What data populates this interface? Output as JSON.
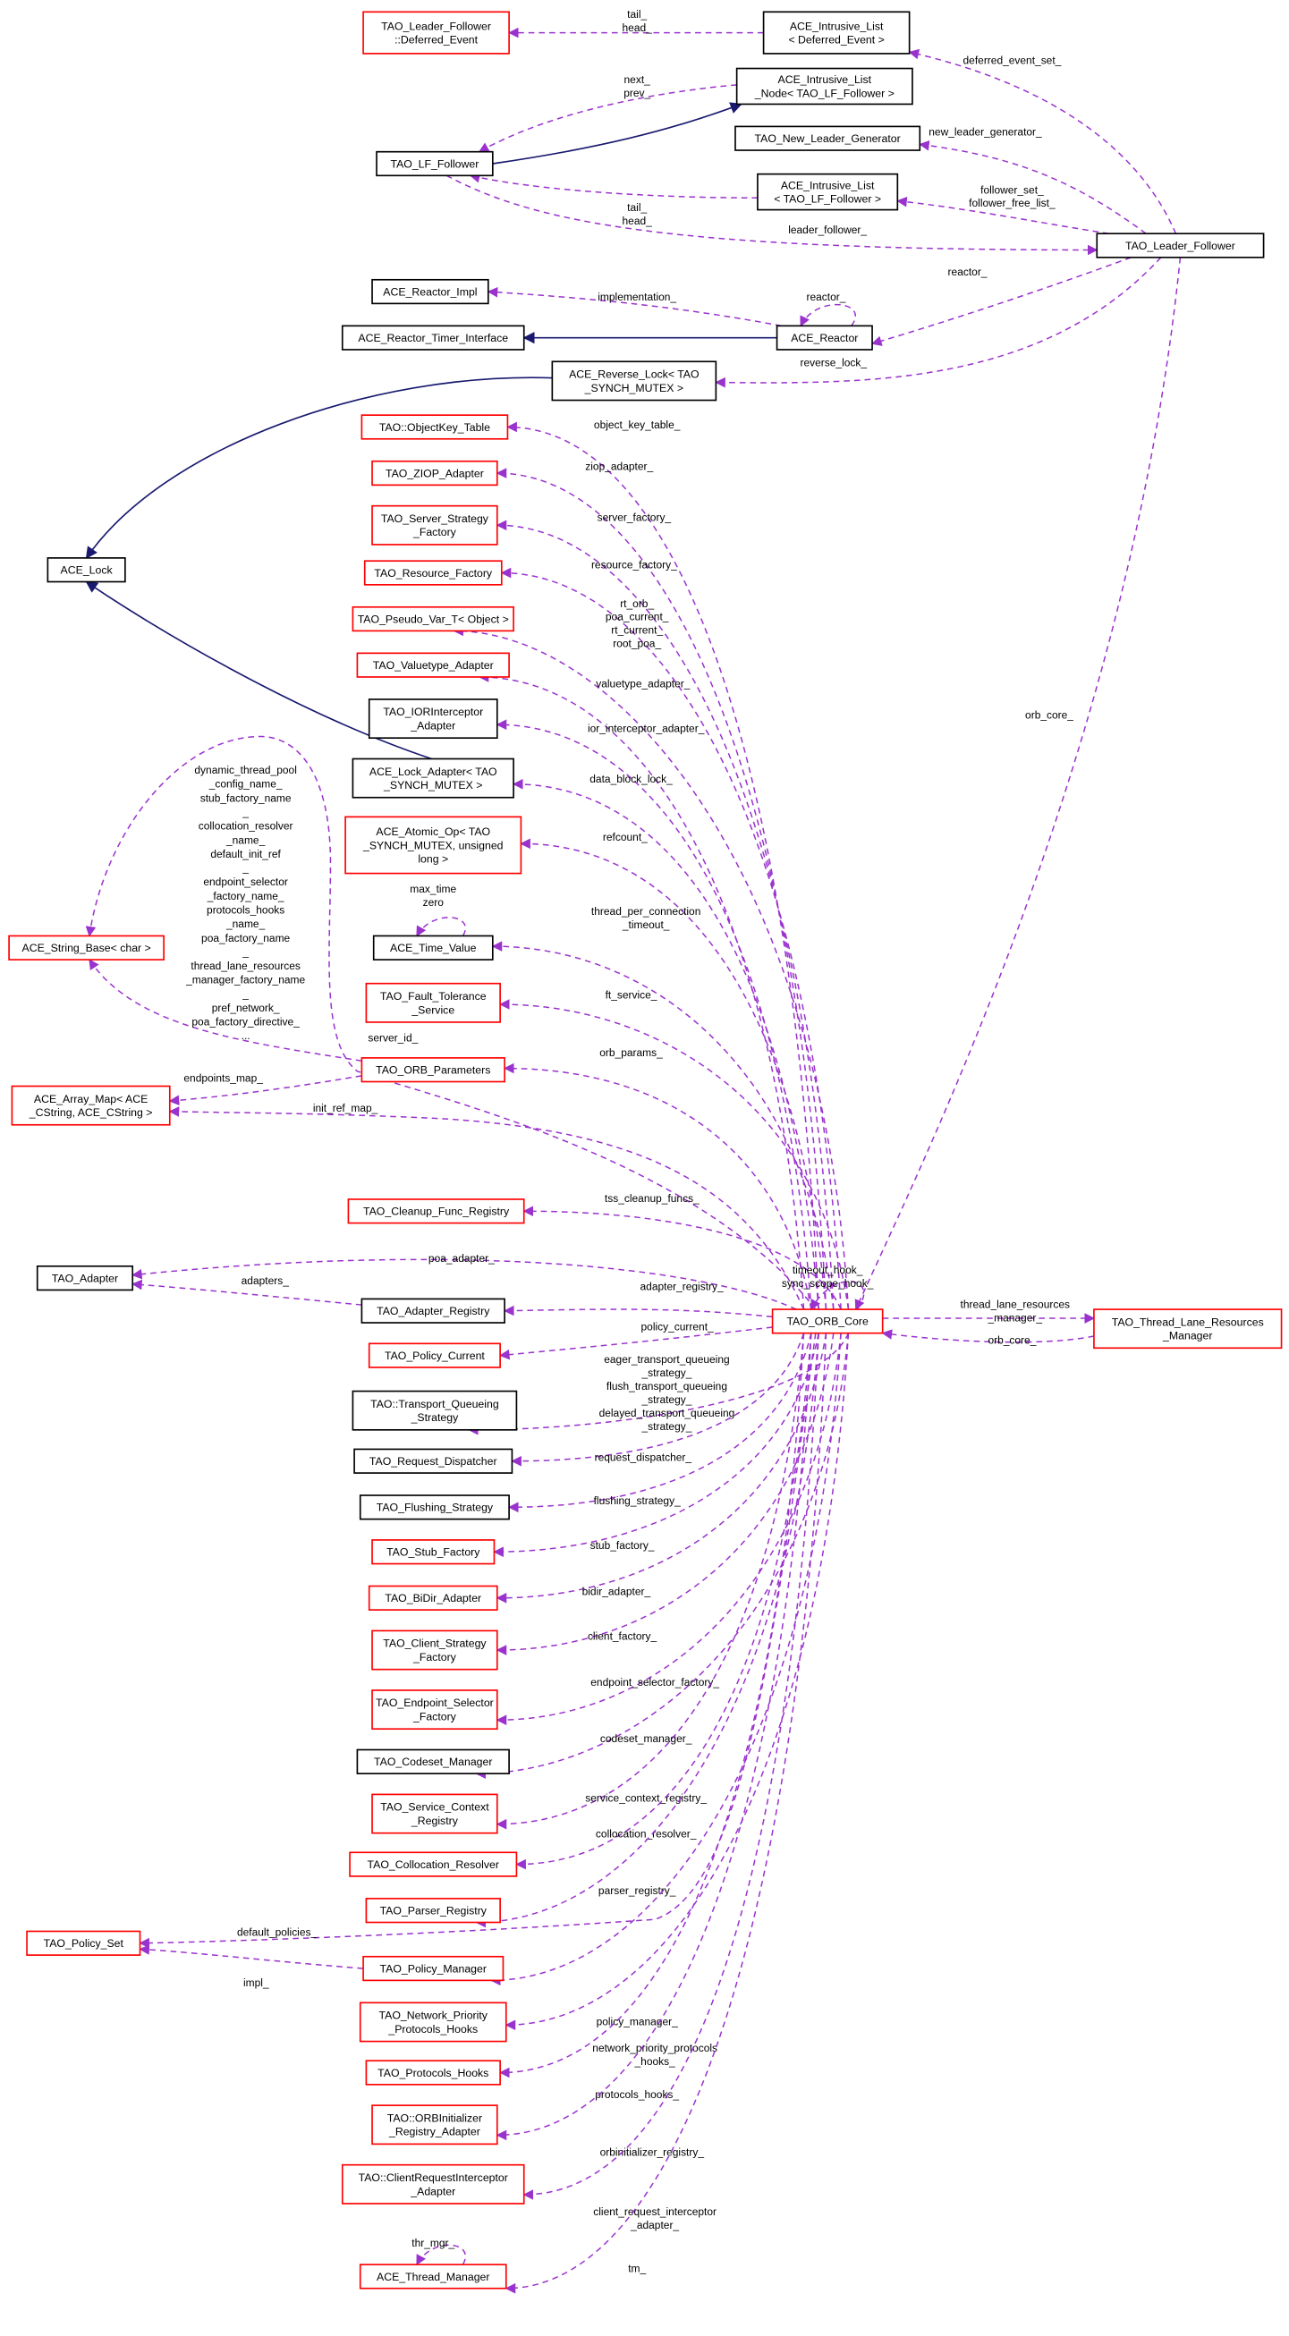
{
  "diagram": {
    "colors": {
      "usage_edge": "#9a32cd",
      "inheritance_edge": "#191970",
      "incomplete_border": "#ff0000",
      "documented_border": "#000000",
      "focus_fill": "#bfbfbf"
    },
    "nodes": [
      {
        "id": "deferred_event",
        "lines": [
          "TAO_Leader_Follower",
          "::Deferred_Event"
        ],
        "border": "red"
      },
      {
        "id": "dl_list",
        "lines": [
          "ACE_Intrusive_List",
          "< Deferred_Event >"
        ],
        "border": "black"
      },
      {
        "id": "list_node",
        "lines": [
          "ACE_Intrusive_List",
          "_Node< TAO_LF_Follower >"
        ],
        "border": "black"
      },
      {
        "id": "lf_follower",
        "lines": [
          "TAO_LF_Follower"
        ],
        "border": "focus"
      },
      {
        "id": "nlg",
        "lines": [
          "TAO_New_Leader_Generator"
        ],
        "border": "black"
      },
      {
        "id": "lf_list",
        "lines": [
          "ACE_Intrusive_List",
          "< TAO_LF_Follower >"
        ],
        "border": "black"
      },
      {
        "id": "leader_follower",
        "lines": [
          "TAO_Leader_Follower"
        ],
        "border": "black"
      },
      {
        "id": "reactor_impl",
        "lines": [
          "ACE_Reactor_Impl"
        ],
        "border": "black"
      },
      {
        "id": "timer_iface",
        "lines": [
          "ACE_Reactor_Timer_Interface"
        ],
        "border": "black"
      },
      {
        "id": "reactor",
        "lines": [
          "ACE_Reactor"
        ],
        "border": "black"
      },
      {
        "id": "reverse_lock",
        "lines": [
          "ACE_Reverse_Lock< TAO",
          "_SYNCH_MUTEX >"
        ],
        "border": "black"
      },
      {
        "id": "objectkey",
        "lines": [
          "TAO::ObjectKey_Table"
        ],
        "border": "red"
      },
      {
        "id": "ziop",
        "lines": [
          "TAO_ZIOP_Adapter"
        ],
        "border": "red"
      },
      {
        "id": "server_strategy",
        "lines": [
          "TAO_Server_Strategy",
          "_Factory"
        ],
        "border": "red"
      },
      {
        "id": "ace_lock",
        "lines": [
          "ACE_Lock"
        ],
        "border": "black"
      },
      {
        "id": "resource_factory",
        "lines": [
          "TAO_Resource_Factory"
        ],
        "border": "red"
      },
      {
        "id": "pseudo_var",
        "lines": [
          "TAO_Pseudo_Var_T< Object >"
        ],
        "border": "red"
      },
      {
        "id": "valuetype",
        "lines": [
          "TAO_Valuetype_Adapter"
        ],
        "border": "red"
      },
      {
        "id": "iorinterceptor",
        "lines": [
          "TAO_IORInterceptor",
          "_Adapter"
        ],
        "border": "black"
      },
      {
        "id": "lock_adapter",
        "lines": [
          "ACE_Lock_Adapter< TAO",
          "_SYNCH_MUTEX >"
        ],
        "border": "black"
      },
      {
        "id": "atomic_op",
        "lines": [
          "ACE_Atomic_Op< TAO",
          "_SYNCH_MUTEX, unsigned",
          "long >"
        ],
        "border": "red"
      },
      {
        "id": "time_value",
        "lines": [
          "ACE_Time_Value"
        ],
        "border": "black"
      },
      {
        "id": "string_base",
        "lines": [
          "ACE_String_Base< char >"
        ],
        "border": "red"
      },
      {
        "id": "fault_tolerance",
        "lines": [
          "TAO_Fault_Tolerance",
          "_Service"
        ],
        "border": "red"
      },
      {
        "id": "orb_params",
        "lines": [
          "TAO_ORB_Parameters"
        ],
        "border": "red"
      },
      {
        "id": "array_map",
        "lines": [
          "ACE_Array_Map< ACE",
          "_CString, ACE_CString >"
        ],
        "border": "red"
      },
      {
        "id": "cleanup",
        "lines": [
          "TAO_Cleanup_Func_Registry"
        ],
        "border": "red"
      },
      {
        "id": "tao_adapter",
        "lines": [
          "TAO_Adapter"
        ],
        "border": "black"
      },
      {
        "id": "adapter_registry",
        "lines": [
          "TAO_Adapter_Registry"
        ],
        "border": "black"
      },
      {
        "id": "orb_core",
        "lines": [
          "TAO_ORB_Core"
        ],
        "border": "red"
      },
      {
        "id": "thread_lane",
        "lines": [
          "TAO_Thread_Lane_Resources",
          "_Manager"
        ],
        "border": "red"
      },
      {
        "id": "policy_current",
        "lines": [
          "TAO_Policy_Current"
        ],
        "border": "red"
      },
      {
        "id": "transport_queueing",
        "lines": [
          "TAO::Transport_Queueing",
          "_Strategy"
        ],
        "border": "black"
      },
      {
        "id": "request_dispatcher",
        "lines": [
          "TAO_Request_Dispatcher"
        ],
        "border": "black"
      },
      {
        "id": "flushing",
        "lines": [
          "TAO_Flushing_Strategy"
        ],
        "border": "black"
      },
      {
        "id": "stub_factory",
        "lines": [
          "TAO_Stub_Factory"
        ],
        "border": "red"
      },
      {
        "id": "bidir",
        "lines": [
          "TAO_BiDir_Adapter"
        ],
        "border": "red"
      },
      {
        "id": "client_strategy",
        "lines": [
          "TAO_Client_Strategy",
          "_Factory"
        ],
        "border": "red"
      },
      {
        "id": "endpoint_selector",
        "lines": [
          "TAO_Endpoint_Selector",
          "_Factory"
        ],
        "border": "red"
      },
      {
        "id": "codeset",
        "lines": [
          "TAO_Codeset_Manager"
        ],
        "border": "black"
      },
      {
        "id": "service_context",
        "lines": [
          "TAO_Service_Context",
          "_Registry"
        ],
        "border": "red"
      },
      {
        "id": "collocation",
        "lines": [
          "TAO_Collocation_Resolver"
        ],
        "border": "red"
      },
      {
        "id": "parser",
        "lines": [
          "TAO_Parser_Registry"
        ],
        "border": "red"
      },
      {
        "id": "policy_set",
        "lines": [
          "TAO_Policy_Set"
        ],
        "border": "red"
      },
      {
        "id": "policy_manager",
        "lines": [
          "TAO_Policy_Manager"
        ],
        "border": "red"
      },
      {
        "id": "network_priority",
        "lines": [
          "TAO_Network_Priority",
          "_Protocols_Hooks"
        ],
        "border": "red"
      },
      {
        "id": "protocols_hooks",
        "lines": [
          "TAO_Protocols_Hooks"
        ],
        "border": "red"
      },
      {
        "id": "orbinitializer",
        "lines": [
          "TAO::ORBInitializer",
          "_Registry_Adapter"
        ],
        "border": "red"
      },
      {
        "id": "cri_adapter",
        "lines": [
          "TAO::ClientRequestInterceptor",
          "_Adapter"
        ],
        "border": "red"
      },
      {
        "id": "thread_manager",
        "lines": [
          "ACE_Thread_Manager"
        ],
        "border": "red"
      }
    ],
    "edges": [
      {
        "from": "dl_list",
        "to": "deferred_event",
        "type": "usage",
        "labels": [
          "tail_",
          "head_"
        ]
      },
      {
        "from": "list_node",
        "to": "lf_follower",
        "type": "usage",
        "labels": [
          "next_",
          "prev_"
        ]
      },
      {
        "from": "lf_follower",
        "to": "list_node",
        "type": "inheritance",
        "labels": []
      },
      {
        "from": "lf_list",
        "to": "lf_follower",
        "type": "usage",
        "labels": [
          "tail_",
          "head_"
        ]
      },
      {
        "from": "lf_follower",
        "to": "leader_follower",
        "type": "usage",
        "labels": [
          "leader_follower_"
        ]
      },
      {
        "from": "leader_follower",
        "to": "dl_list",
        "type": "usage",
        "labels": [
          "deferred_event_set_"
        ]
      },
      {
        "from": "leader_follower",
        "to": "nlg",
        "type": "usage",
        "labels": [
          "new_leader_generator_"
        ]
      },
      {
        "from": "leader_follower",
        "to": "lf_list",
        "type": "usage",
        "labels": [
          "follower_set_",
          "follower_free_list_"
        ]
      },
      {
        "from": "leader_follower",
        "to": "reactor",
        "type": "usage",
        "labels": [
          "reactor_"
        ]
      },
      {
        "from": "reactor",
        "to": "reactor_impl",
        "type": "usage",
        "labels": [
          "implementation_"
        ]
      },
      {
        "from": "reactor",
        "to": "reactor",
        "type": "usage",
        "labels": [
          "reactor_"
        ]
      },
      {
        "from": "reactor",
        "to": "timer_iface",
        "type": "inheritance",
        "labels": []
      },
      {
        "from": "leader_follower",
        "to": "reverse_lock",
        "type": "usage",
        "labels": [
          "reverse_lock_"
        ]
      },
      {
        "from": "reverse_lock",
        "to": "ace_lock",
        "type": "inheritance",
        "labels": []
      },
      {
        "from": "lock_adapter",
        "to": "ace_lock",
        "type": "inheritance",
        "labels": []
      },
      {
        "from": "leader_follower",
        "to": "orb_core",
        "type": "usage",
        "labels": [
          "orb_core_"
        ]
      },
      {
        "from": "orb_core",
        "to": "objectkey",
        "type": "usage",
        "labels": [
          "object_key_table_"
        ]
      },
      {
        "from": "orb_core",
        "to": "ziop",
        "type": "usage",
        "labels": [
          "ziop_adapter_"
        ]
      },
      {
        "from": "orb_core",
        "to": "server_strategy",
        "type": "usage",
        "labels": [
          "server_factory_"
        ]
      },
      {
        "from": "orb_core",
        "to": "resource_factory",
        "type": "usage",
        "labels": [
          "resource_factory_"
        ]
      },
      {
        "from": "orb_core",
        "to": "pseudo_var",
        "type": "usage",
        "labels": [
          "rt_orb_",
          "poa_current_",
          "rt_current_",
          "root_poa_"
        ]
      },
      {
        "from": "orb_core",
        "to": "valuetype",
        "type": "usage",
        "labels": [
          "valuetype_adapter_"
        ]
      },
      {
        "from": "orb_core",
        "to": "iorinterceptor",
        "type": "usage",
        "labels": [
          "ior_interceptor_adapter_"
        ]
      },
      {
        "from": "orb_core",
        "to": "lock_adapter",
        "type": "usage",
        "labels": [
          "data_block_lock_"
        ]
      },
      {
        "from": "orb_core",
        "to": "atomic_op",
        "type": "usage",
        "labels": [
          "refcount_"
        ]
      },
      {
        "from": "orb_core",
        "to": "time_value",
        "type": "usage",
        "labels": [
          "thread_per_connection",
          "_timeout_"
        ]
      },
      {
        "from": "time_value",
        "to": "time_value",
        "type": "usage",
        "labels": [
          "max_time",
          "zero"
        ]
      },
      {
        "from": "orb_core",
        "to": "fault_tolerance",
        "type": "usage",
        "labels": [
          "ft_service_"
        ]
      },
      {
        "from": "orb_core",
        "to": "string_base",
        "type": "usage",
        "labels": [
          "server_id_"
        ]
      },
      {
        "from": "orb_core",
        "to": "orb_params",
        "type": "usage",
        "labels": [
          "orb_params_"
        ]
      },
      {
        "from": "orb_params",
        "to": "string_base",
        "type": "usage",
        "labels": [
          "dynamic_thread_pool",
          "_config_name_",
          "stub_factory_name",
          "_",
          "collocation_resolver",
          "_name_",
          "default_init_ref",
          "_",
          "endpoint_selector",
          "_factory_name_",
          "protocols_hooks",
          "_name_",
          "poa_factory_name",
          "_",
          "thread_lane_resources",
          "_manager_factory_name",
          "_",
          "pref_network_",
          "poa_factory_directive_",
          "..."
        ]
      },
      {
        "from": "orb_params",
        "to": "array_map",
        "type": "usage",
        "labels": [
          "endpoints_map_"
        ]
      },
      {
        "from": "orb_core",
        "to": "array_map",
        "type": "usage",
        "labels": [
          "init_ref_map_"
        ]
      },
      {
        "from": "orb_core",
        "to": "cleanup",
        "type": "usage",
        "labels": [
          "tss_cleanup_funcs_"
        ]
      },
      {
        "from": "orb_core",
        "to": "tao_adapter",
        "type": "usage",
        "labels": [
          "poa_adapter_"
        ]
      },
      {
        "from": "adapter_registry",
        "to": "tao_adapter",
        "type": "usage",
        "labels": [
          "adapters_"
        ]
      },
      {
        "from": "orb_core",
        "to": "adapter_registry",
        "type": "usage",
        "labels": [
          "adapter_registry_"
        ]
      },
      {
        "from": "orb_core",
        "to": "orb_core",
        "type": "usage",
        "labels": [
          "timeout_hook_",
          "sync_scope_hook_"
        ]
      },
      {
        "from": "orb_core",
        "to": "thread_lane",
        "type": "usage",
        "labels": [
          "thread_lane_resources",
          "_manager_"
        ]
      },
      {
        "from": "thread_lane",
        "to": "orb_core",
        "type": "usage",
        "labels": [
          "orb_core_"
        ]
      },
      {
        "from": "orb_core",
        "to": "policy_current",
        "type": "usage",
        "labels": [
          "policy_current_"
        ]
      },
      {
        "from": "orb_core",
        "to": "transport_queueing",
        "type": "usage",
        "labels": [
          "eager_transport_queueing",
          "_strategy_",
          "flush_transport_queueing",
          "_strategy_",
          "delayed_transport_queueing",
          "_strategy_"
        ]
      },
      {
        "from": "orb_core",
        "to": "request_dispatcher",
        "type": "usage",
        "labels": [
          "request_dispatcher_"
        ]
      },
      {
        "from": "orb_core",
        "to": "flushing",
        "type": "usage",
        "labels": [
          "flushing_strategy_"
        ]
      },
      {
        "from": "orb_core",
        "to": "stub_factory",
        "type": "usage",
        "labels": [
          "stub_factory_"
        ]
      },
      {
        "from": "orb_core",
        "to": "bidir",
        "type": "usage",
        "labels": [
          "bidir_adapter_"
        ]
      },
      {
        "from": "orb_core",
        "to": "client_strategy",
        "type": "usage",
        "labels": [
          "client_factory_"
        ]
      },
      {
        "from": "orb_core",
        "to": "endpoint_selector",
        "type": "usage",
        "labels": [
          "endpoint_selector_factory_"
        ]
      },
      {
        "from": "orb_core",
        "to": "codeset",
        "type": "usage",
        "labels": [
          "codeset_manager_"
        ]
      },
      {
        "from": "orb_core",
        "to": "service_context",
        "type": "usage",
        "labels": [
          "service_context_registry_"
        ]
      },
      {
        "from": "orb_core",
        "to": "collocation",
        "type": "usage",
        "labels": [
          "collocation_resolver_"
        ]
      },
      {
        "from": "orb_core",
        "to": "parser",
        "type": "usage",
        "labels": [
          "parser_registry_"
        ]
      },
      {
        "from": "orb_core",
        "to": "policy_set",
        "type": "usage",
        "labels": [
          "default_policies_"
        ]
      },
      {
        "from": "policy_manager",
        "to": "policy_set",
        "type": "usage",
        "labels": [
          "impl_"
        ]
      },
      {
        "from": "orb_core",
        "to": "policy_manager",
        "type": "usage",
        "labels": [
          "policy_manager_"
        ]
      },
      {
        "from": "orb_core",
        "to": "network_priority",
        "type": "usage",
        "labels": [
          "network_priority_protocols",
          "_hooks_"
        ]
      },
      {
        "from": "orb_core",
        "to": "protocols_hooks",
        "type": "usage",
        "labels": [
          "protocols_hooks_"
        ]
      },
      {
        "from": "orb_core",
        "to": "orbinitializer",
        "type": "usage",
        "labels": [
          "orbinitializer_registry_"
        ]
      },
      {
        "from": "orb_core",
        "to": "cri_adapter",
        "type": "usage",
        "labels": [
          "client_request_interceptor",
          "_adapter_"
        ]
      },
      {
        "from": "orb_core",
        "to": "thread_manager",
        "type": "usage",
        "labels": [
          "tm_"
        ]
      },
      {
        "from": "thread_manager",
        "to": "thread_manager",
        "type": "usage",
        "labels": [
          "thr_mgr_"
        ]
      }
    ]
  }
}
